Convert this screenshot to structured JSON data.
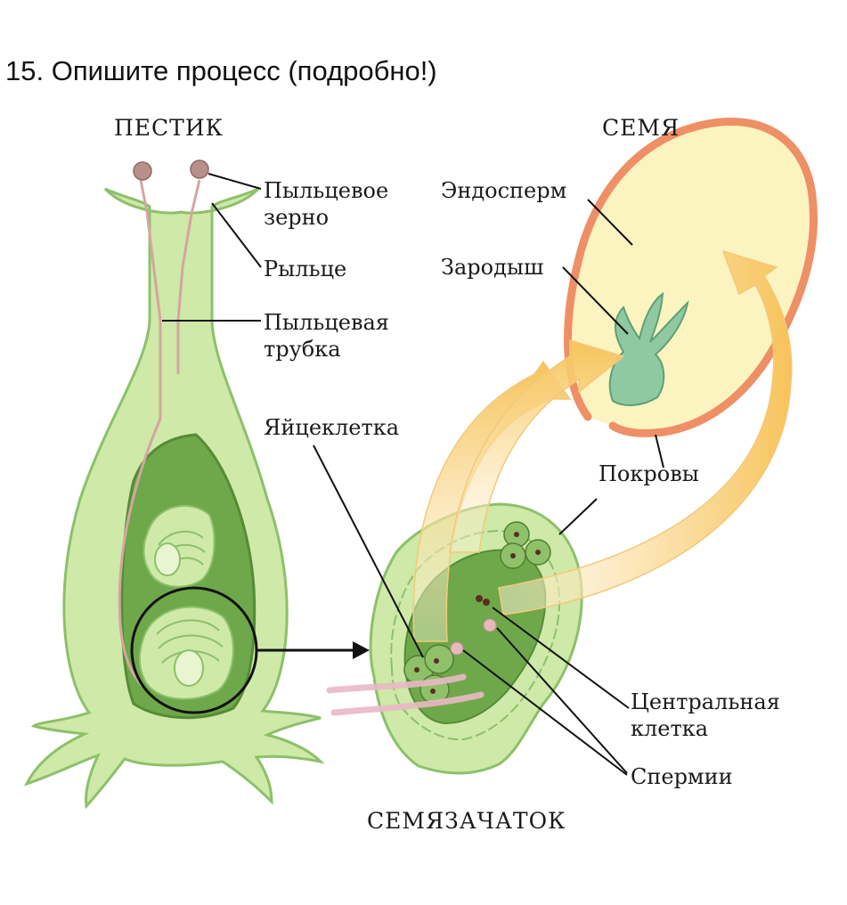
{
  "question": "15. Опишите процесс (подробно!)",
  "headers": {
    "pistil": "ПЕСТИК",
    "seed": "СЕМЯ",
    "ovule": "СЕМЯЗАЧАТОК"
  },
  "labels": {
    "pollen_grain_1": "Пыльцевое",
    "pollen_grain_2": "зерно",
    "stigma": "Рыльце",
    "pollen_tube_1": "Пыльцевая",
    "pollen_tube_2": "трубка",
    "egg_cell": "Яйцеклетка",
    "endosperm": "Эндосперм",
    "embryo": "Зародыш",
    "integuments": "Покровы",
    "central_cell_1": "Центральная",
    "central_cell_2": "клетка",
    "sperm": "Спермии"
  },
  "colors": {
    "pistil_fill": "#cfe9a8",
    "pistil_outline": "#8dc06a",
    "ovary_cavity": "#6fa84a",
    "seed_fill": "#fbf3c0",
    "seed_coat": "#ee8f66",
    "embryo": "#8fc9a2",
    "arrow": "#f6cc78",
    "pollen_grain": "#b89089",
    "pollen_tube": "#d4a6a0"
  }
}
